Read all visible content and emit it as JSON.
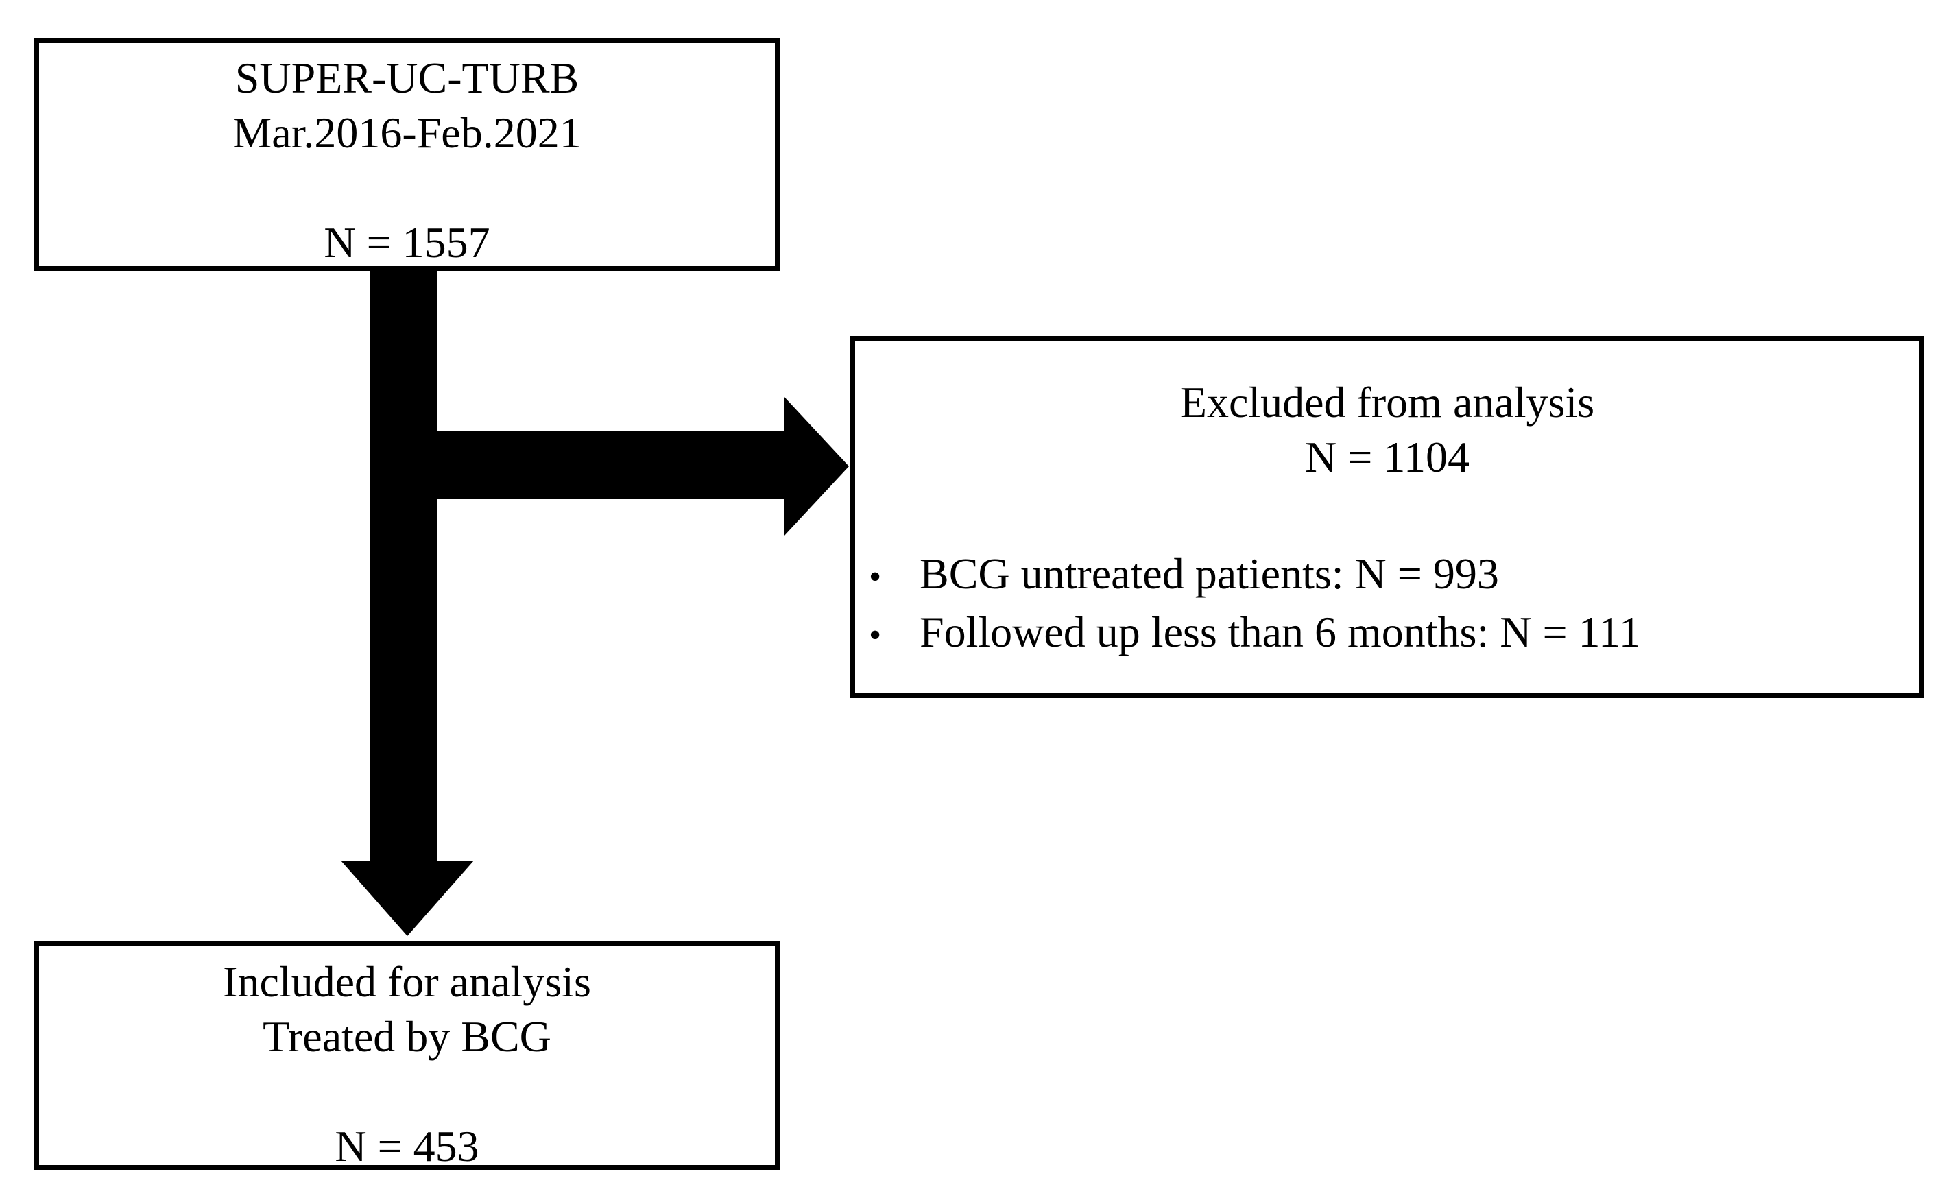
{
  "diagram": {
    "background_color": "#ffffff",
    "line_color": "#000000",
    "bullet_char": "•",
    "enrollment_box": {
      "line1": "SUPER-UC-TURB",
      "line2": "Mar.2016-Feb.2021",
      "n_label": "N = 1557"
    },
    "excluded_box": {
      "title": "Excluded from analysis",
      "n_label": "N = 1104",
      "bullets": [
        "BCG untreated patients: N = 993",
        "Followed up less than 6 months: N = 111"
      ]
    },
    "included_box": {
      "line1": "Included for analysis",
      "line2": "Treated by BCG",
      "n_label": "N = 453"
    }
  }
}
